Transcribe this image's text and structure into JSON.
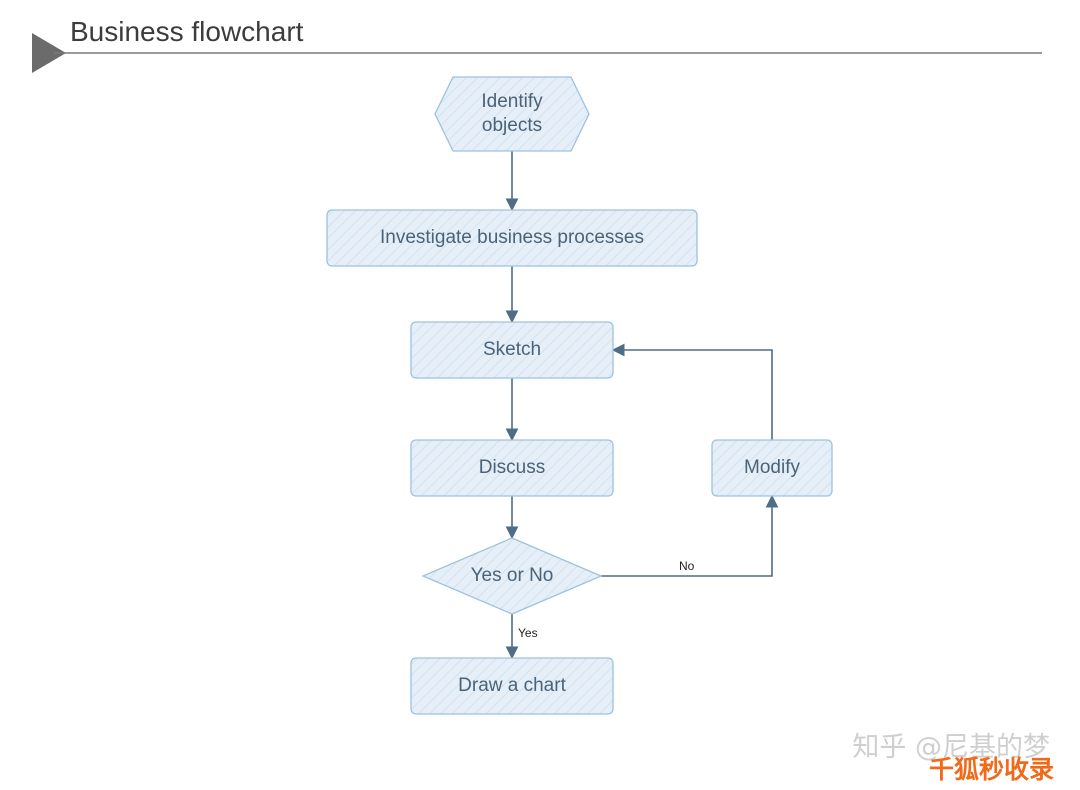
{
  "header": {
    "title": "Business flowchart"
  },
  "colors": {
    "node_fill": "#e6eff8",
    "node_stroke": "#9cc2df",
    "edge": "#4f6d86",
    "title_rule": "#7a7a7a",
    "title_marker": "#6b6b6b",
    "watermark_gray": "#cfcfcf",
    "watermark_orange": "#f06a1a"
  },
  "diagram": {
    "nodes": [
      {
        "id": "identify",
        "shape": "hexagon",
        "lines": [
          "Identify",
          "objects"
        ]
      },
      {
        "id": "investigate",
        "shape": "rounded-rect",
        "lines": [
          "Investigate business processes"
        ]
      },
      {
        "id": "sketch",
        "shape": "rounded-rect",
        "lines": [
          "Sketch"
        ]
      },
      {
        "id": "discuss",
        "shape": "rounded-rect",
        "lines": [
          "Discuss"
        ]
      },
      {
        "id": "modify",
        "shape": "rounded-rect",
        "lines": [
          "Modify"
        ]
      },
      {
        "id": "decision",
        "shape": "diamond",
        "lines": [
          "Yes or No"
        ]
      },
      {
        "id": "draw",
        "shape": "rounded-rect",
        "lines": [
          "Draw a chart"
        ]
      }
    ],
    "edges": [
      {
        "from": "identify",
        "to": "investigate",
        "label": ""
      },
      {
        "from": "investigate",
        "to": "sketch",
        "label": ""
      },
      {
        "from": "sketch",
        "to": "discuss",
        "label": ""
      },
      {
        "from": "discuss",
        "to": "decision",
        "label": ""
      },
      {
        "from": "decision",
        "to": "draw",
        "label": "Yes"
      },
      {
        "from": "decision",
        "to": "modify",
        "label": "No"
      },
      {
        "from": "modify",
        "to": "sketch",
        "label": ""
      }
    ]
  },
  "watermark": {
    "line1": "知乎 @尼基的梦",
    "line2": "千狐秒收录"
  }
}
